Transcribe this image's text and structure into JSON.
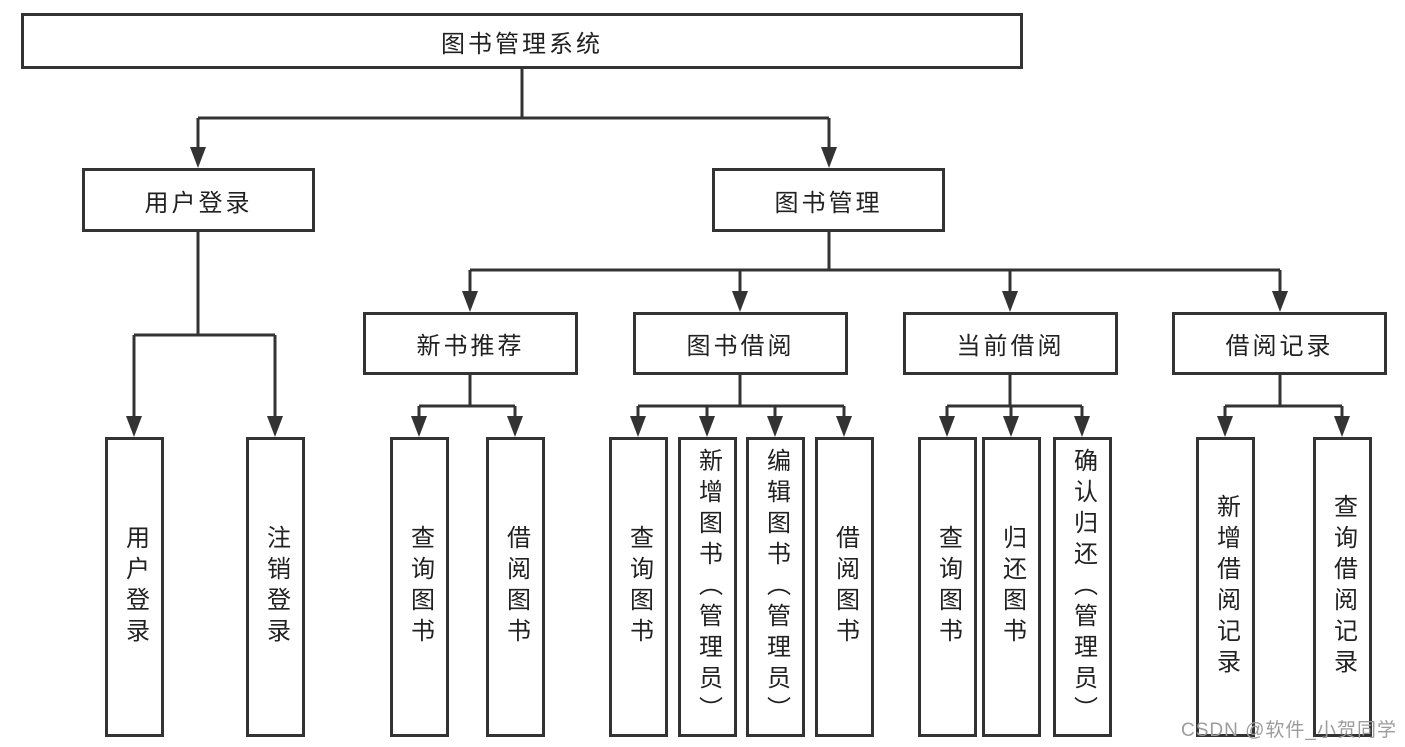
{
  "diagram": {
    "root": {
      "label": "图书管理系统"
    },
    "level2": [
      {
        "label": "用户登录"
      },
      {
        "label": "图书管理"
      }
    ],
    "level3": [
      {
        "label": "新书推荐"
      },
      {
        "label": "图书借阅"
      },
      {
        "label": "当前借阅"
      },
      {
        "label": "借阅记录"
      }
    ],
    "leaves": {
      "user_login": [
        {
          "label": "用户登录"
        },
        {
          "label": "注销登录"
        }
      ],
      "new_book": [
        {
          "label": "查询图书"
        },
        {
          "label": "借阅图书"
        }
      ],
      "book_borrow": [
        {
          "label": "查询图书"
        },
        {
          "label": "新增图书（管理员）"
        },
        {
          "label": "编辑图书（管理员）"
        },
        {
          "label": "借阅图书"
        }
      ],
      "current_borrow": [
        {
          "label": "查询图书"
        },
        {
          "label": "归还图书"
        },
        {
          "label": "确认归还（管理员）"
        }
      ],
      "borrow_record": [
        {
          "label": "新增借阅记录"
        },
        {
          "label": "查询借阅记录"
        }
      ]
    },
    "colors": {
      "line": "#333333",
      "text": "#212121",
      "watermark": "#9c9c9c",
      "background": "#ffffff"
    }
  },
  "watermark": {
    "text": "CSDN @软件_小贺同学"
  }
}
